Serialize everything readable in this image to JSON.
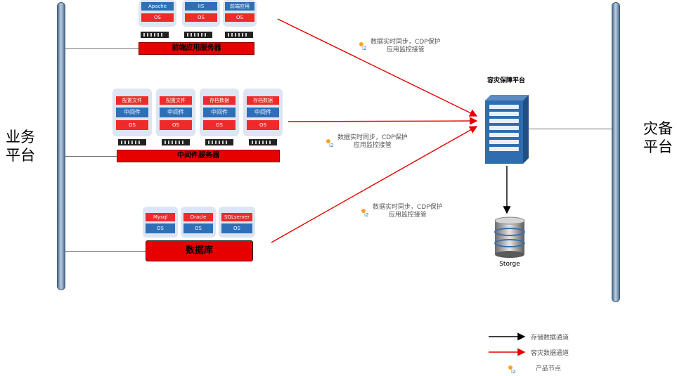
{
  "platforms": {
    "business": [
      "业务",
      "平台"
    ],
    "disaster": [
      "灾备",
      "平台"
    ]
  },
  "groups": {
    "frontend": {
      "title": "前端应用服务器",
      "apps": [
        "Apache",
        "IIS",
        "前端应用"
      ],
      "os": [
        "OS",
        "OS",
        "OS"
      ]
    },
    "middleware": {
      "title": "中间件服务器",
      "tops": [
        "配置文件",
        "配置文件",
        "存档数据",
        "存档数据"
      ],
      "mids": [
        "中间件",
        "中间件",
        "中间件",
        "中间件"
      ],
      "os": [
        "OS",
        "OS",
        "OS",
        "OS"
      ]
    },
    "database": {
      "title": "数据库",
      "dbs": [
        "Mysql",
        "Oracle",
        "SQLserver"
      ],
      "os": [
        "OS",
        "OS",
        "OS"
      ]
    }
  },
  "links": [
    [
      "数据实时同步，CDP保护",
      "应用监控接管"
    ],
    [
      "数据实时同步，CDP保护",
      "应用监控接管"
    ],
    [
      "数据实时同步，CDP保护",
      "应用监控接管"
    ]
  ],
  "platform_server": {
    "title": "容灾保障平台"
  },
  "storage": {
    "label": "Storge"
  },
  "legend": {
    "storage_channel": "存储数据通道",
    "dr_channel": "容灾数据通道",
    "product_node": "产品节点"
  },
  "colors": {
    "red": "#ee2b2b",
    "blue": "#2e6fb8",
    "arrow_red": "#e60000"
  },
  "icons": {
    "product_node": "i2-logo-icon",
    "server": "server-rack-icon",
    "storage": "database-cylinder-icon"
  }
}
